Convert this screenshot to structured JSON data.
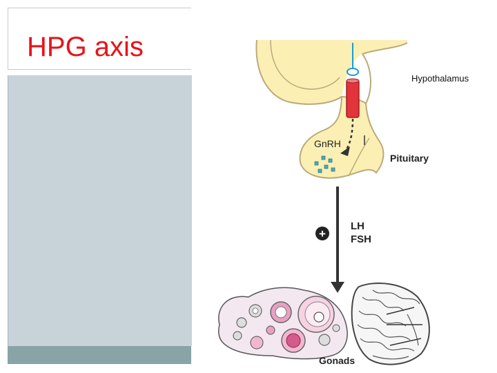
{
  "slide": {
    "title": "HPG axis"
  },
  "diagram": {
    "labels": {
      "hypothalamus": "Hypothalamus",
      "gnrh": "GnRH",
      "pituitary": "Pituitary",
      "lh": "LH",
      "fsh": "FSH",
      "gonads": "Gonads",
      "stimulation_sign": "+"
    },
    "colors": {
      "title": "#e8121a",
      "brain_fill": "#fcefb4",
      "brain_outline": "#b9aa7a",
      "neuron": "#1a9bd1",
      "neuron_body": "#e2343a",
      "arrow": "#333333",
      "content_panel": "#c8d3d9",
      "bottom_bar": "#89a4a6"
    }
  }
}
